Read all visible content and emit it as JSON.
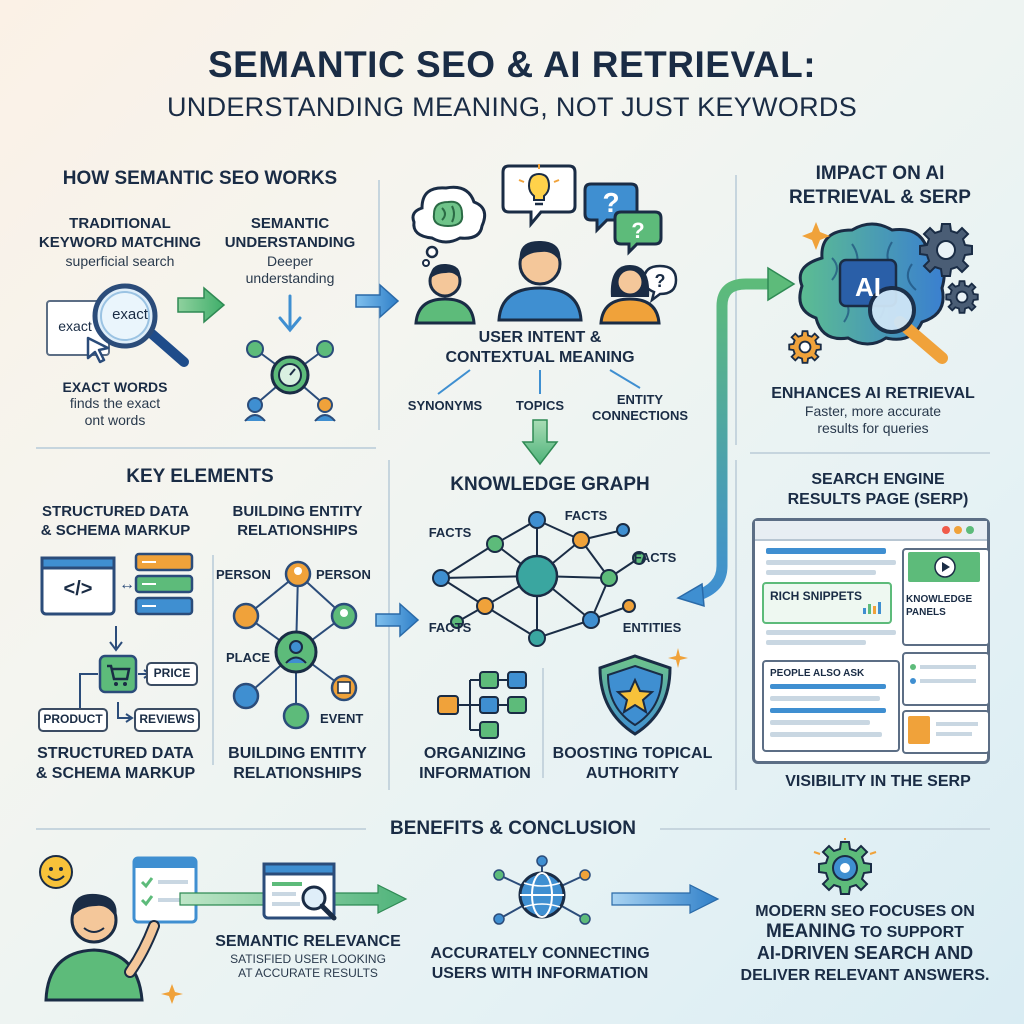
{
  "header": {
    "title": "SEMANTIC SEO & AI RETRIEVAL:",
    "subtitle": "UNDERSTANDING MEANING, NOT JUST KEYWORDS"
  },
  "how_it_works": {
    "heading": "HOW SEMANTIC SEO WORKS",
    "traditional": {
      "title_l1": "TRADITIONAL",
      "title_l2": "KEYWORD MATCHING",
      "sub": "superficial search",
      "caption_l1": "EXACT WORDS",
      "caption_l2": "finds the exact",
      "caption_l3": "ont words",
      "magnifier_word": "exact",
      "box_word": "exact"
    },
    "semantic": {
      "title_l1": "SEMANTIC",
      "title_l2": "UNDERSTANDING",
      "sub_l1": "Deeper",
      "sub_l2": "understanding"
    }
  },
  "user_intent": {
    "title_l1": "USER INTENT &",
    "title_l2": "CONTEXTUAL MEANING",
    "branches": [
      "SYNONYMS",
      "TOPICS",
      "ENTITY",
      "CONNECTIONS"
    ]
  },
  "impact": {
    "heading_l1": "IMPACT ON AI",
    "heading_l2": "RETRIEVAL & SERP",
    "ai_badge": "AI",
    "caption_title": "ENHANCES AI RETRIEVAL",
    "caption_l1": "Faster, more accurate",
    "caption_l2": "results for queries"
  },
  "key_elements": {
    "heading": "KEY ELEMENTS",
    "structured": {
      "title_l1": "STRUCTURED DATA",
      "title_l2": "& SCHEMA MARKUP",
      "caption_l1": "STRUCTURED DATA",
      "caption_l2": "& SCHEMA MARKUP",
      "code_glyph": "</>",
      "price": "PRICE",
      "product": "PRODUCT",
      "reviews": "REVIEWS"
    },
    "entity": {
      "title_l1": "BUILDING ENTITY",
      "title_l2": "RELATIONSHIPS",
      "caption_l1": "BUILDING ENTITY",
      "caption_l2": "RELATIONSHIPS",
      "person_a": "PERSON",
      "person_b": "PERSON",
      "place": "PLACE",
      "event": "EVENT"
    }
  },
  "knowledge_graph": {
    "heading": "KNOWLEDGE GRAPH",
    "labels": {
      "facts_tl": "FACTS",
      "facts_top": "FACTS",
      "facts_right": "FACTS",
      "facts_bl": "FACTS",
      "entities": "ENTITIES"
    },
    "organizing_l1": "ORGANIZING",
    "organizing_l2": "INFORMATION",
    "authority_l1": "BOOSTING TOPICAL",
    "authority_l2": "AUTHORITY"
  },
  "serp": {
    "heading_l1": "SEARCH ENGINE",
    "heading_l2": "RESULTS PAGE (SERP)",
    "rich_snippets": "RICH SNIPPETS",
    "knowledge_l1": "KNOWLEDGE",
    "knowledge_l2": "PANELS",
    "people_also_ask": "PEOPLE ALSO ASK",
    "caption": "VISIBILITY IN THE SERP"
  },
  "benefits": {
    "heading": "BENEFITS & CONCLUSION",
    "relevance_title": "SEMANTIC RELEVANCE",
    "relevance_l1": "SATISFIED USER LOOKING",
    "relevance_l2": "AT ACCURATE RESULTS",
    "connecting_l1": "ACCURATELY CONNECTING",
    "connecting_l2": "USERS WITH INFORMATION",
    "conclusion_l1": "MODERN SEO FOCUSES ON",
    "conclusion_l2a": "MEANING",
    "conclusion_l2b": " TO SUPPORT",
    "conclusion_l3": "AI-DRIVEN SEARCH AND",
    "conclusion_l4": "DELIVER RELEVANT ANSWERS."
  },
  "colors": {
    "navy": "#1a2c45",
    "green": "#5dbb7a",
    "blue": "#3f8fd1",
    "orange": "#f0a23a",
    "teal": "#3aa6a0"
  }
}
